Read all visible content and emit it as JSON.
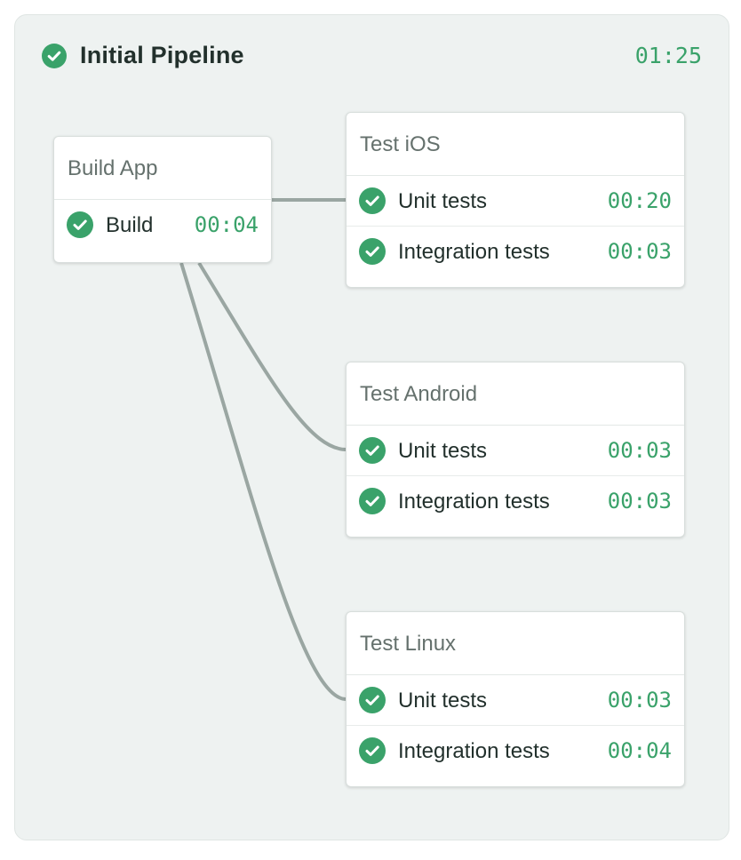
{
  "pipeline": {
    "title": "Initial Pipeline",
    "duration": "01:25",
    "status_icon": "check-circle-icon",
    "status_color": "#3aa26a"
  },
  "blocks": [
    {
      "title": "Build App",
      "jobs": [
        {
          "name": "Build",
          "time": "00:04",
          "status_icon": "check-circle-icon"
        }
      ]
    },
    {
      "title": "Test iOS",
      "jobs": [
        {
          "name": "Unit tests",
          "time": "00:20",
          "status_icon": "check-circle-icon"
        },
        {
          "name": "Integration tests",
          "time": "00:03",
          "status_icon": "check-circle-icon"
        }
      ]
    },
    {
      "title": "Test Android",
      "jobs": [
        {
          "name": "Unit tests",
          "time": "00:03",
          "status_icon": "check-circle-icon"
        },
        {
          "name": "Integration tests",
          "time": "00:03",
          "status_icon": "check-circle-icon"
        }
      ]
    },
    {
      "title": "Test Linux",
      "jobs": [
        {
          "name": "Unit tests",
          "time": "00:03",
          "status_icon": "check-circle-icon"
        },
        {
          "name": "Integration tests",
          "time": "00:04",
          "status_icon": "check-circle-icon"
        }
      ]
    }
  ],
  "colors": {
    "accent": "#3aa26a",
    "connector": "#9aa6a2",
    "panel_background": "#eef2f1"
  }
}
